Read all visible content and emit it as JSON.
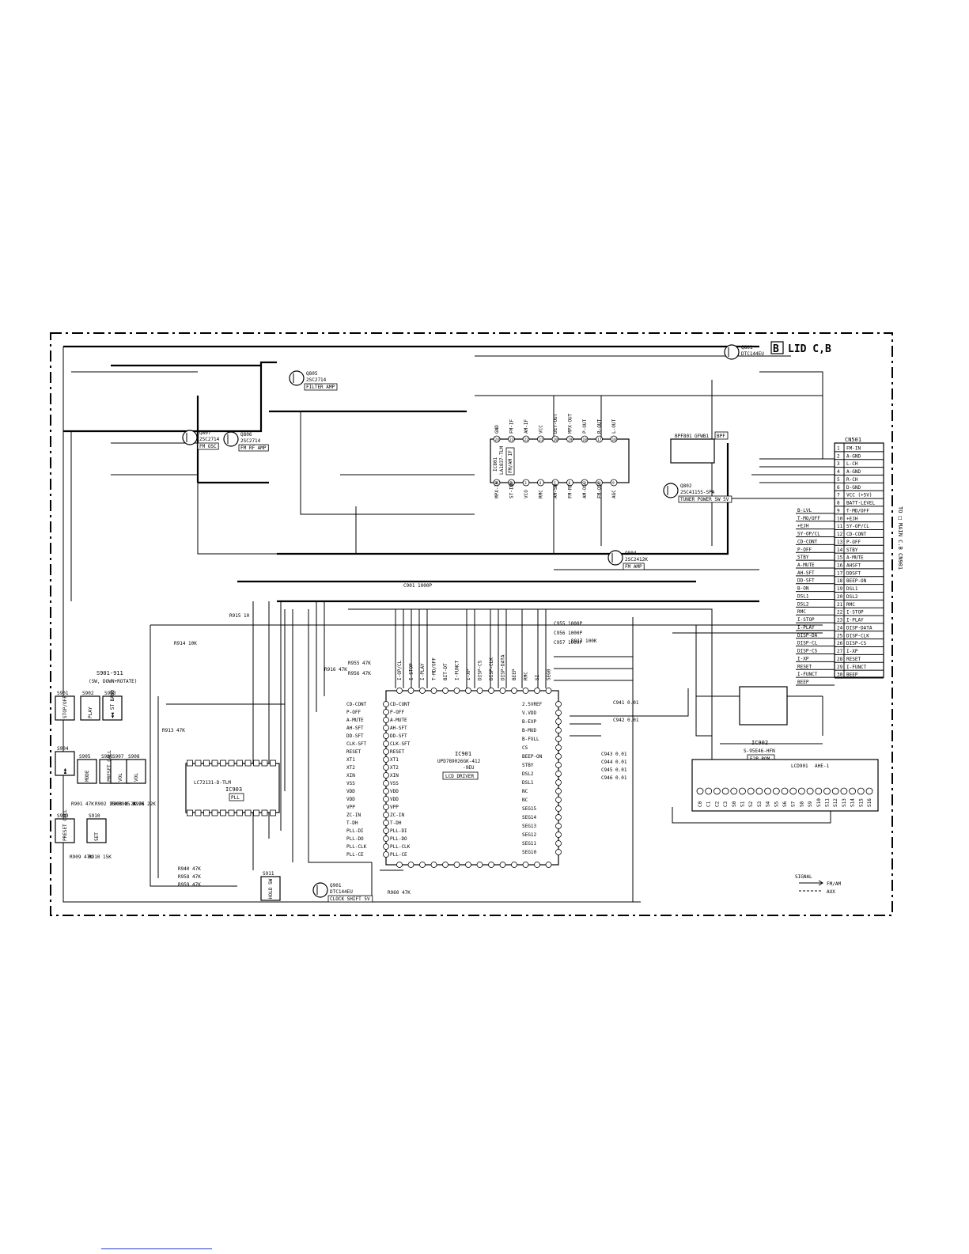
{
  "board": {
    "letter": "B",
    "title": "LID C,B"
  },
  "connector_side_label": "TO □ MAIN C.B CN901",
  "connector": {
    "name": "CN501",
    "pins": [
      {
        "n": "1",
        "s": "FM-IN"
      },
      {
        "n": "2",
        "s": "A-GND"
      },
      {
        "n": "3",
        "s": "L-CH"
      },
      {
        "n": "4",
        "s": "A-GND"
      },
      {
        "n": "5",
        "s": "R-CH"
      },
      {
        "n": "6",
        "s": "D-GND"
      },
      {
        "n": "7",
        "s": "VCC (+5V)"
      },
      {
        "n": "8",
        "s": "BATT-LEVEL"
      },
      {
        "n": "9",
        "s": "T-MD/OFF"
      },
      {
        "n": "10",
        "s": "+EJH"
      },
      {
        "n": "11",
        "s": "SY-OP/CL"
      },
      {
        "n": "12",
        "s": "CD-CONT"
      },
      {
        "n": "13",
        "s": "P-OFF"
      },
      {
        "n": "14",
        "s": "STBY"
      },
      {
        "n": "15",
        "s": "A-MUTE"
      },
      {
        "n": "16",
        "s": "AHSFT"
      },
      {
        "n": "17",
        "s": "DDSFT"
      },
      {
        "n": "18",
        "s": "BEEP-ON"
      },
      {
        "n": "19",
        "s": "DSL1"
      },
      {
        "n": "20",
        "s": "DSL2"
      },
      {
        "n": "21",
        "s": "RMC"
      },
      {
        "n": "22",
        "s": "I-STOP"
      },
      {
        "n": "23",
        "s": "I-PLAY"
      },
      {
        "n": "24",
        "s": "DISP-DATA"
      },
      {
        "n": "25",
        "s": "DISP-CLK"
      },
      {
        "n": "26",
        "s": "DISP-CS"
      },
      {
        "n": "27",
        "s": "I-XP"
      },
      {
        "n": "28",
        "s": "RESET"
      },
      {
        "n": "29",
        "s": "I-FUNCT"
      },
      {
        "n": "30",
        "s": "BEEP"
      }
    ],
    "left_signals": [
      "B-LVL",
      "T-MO/OFF",
      "+EJH",
      "SY-OP/CL",
      "CD-CONT",
      "P-OFF",
      "STBY",
      "A-MUTE",
      "AH-SFT",
      "DD-SFT",
      "B-ON",
      "DSL1",
      "DSL2",
      "RMC",
      "I-STOP",
      "I-PLAY",
      "DISP-DA",
      "DISP-CL",
      "DISP-CS",
      "I-XP",
      "RESET",
      "I-FUNCT",
      "BEEP"
    ]
  },
  "ic_main": {
    "ref": "IC901",
    "part": "UPD789026GK-412",
    "sub": "-9EU",
    "tag": "LCD DRIVER"
  },
  "ic_pll": {
    "ref": "IC903",
    "part": "LC72131-D-TLM",
    "tag": "PLL"
  },
  "ic_if": {
    "ref": "IC801",
    "part": "LA1837-TLM",
    "tag": "FM/AM IF"
  },
  "ic_eep": {
    "ref": "IC902",
    "part": "S-95E46-HFN",
    "tag": "E2P ROM"
  },
  "lcd": {
    "ref": "LCD901",
    "part": "AHE-1",
    "segments": [
      "C0",
      "C1",
      "C2",
      "C3",
      "S0",
      "S1",
      "S2",
      "S3",
      "S4",
      "S5",
      "S6",
      "S7",
      "S8",
      "S9",
      "S10",
      "S11",
      "S12",
      "S13",
      "S14",
      "S15",
      "S16"
    ]
  },
  "bpf": {
    "ref": "BPF801",
    "part": "GFWB1",
    "tag": "BPF"
  },
  "transistors": [
    {
      "ref": "Q801",
      "part": "DTC144EU",
      "tag": ""
    },
    {
      "ref": "Q802",
      "part": "2SC4115S-SPA",
      "tag": "TUNER POWER SW 5V"
    },
    {
      "ref": "Q804",
      "part": "2SC2412K",
      "tag": "FM AMP"
    },
    {
      "ref": "Q805",
      "part": "2SC2714",
      "tag": "FILTER AMP"
    },
    {
      "ref": "Q806",
      "part": "2SC2714",
      "tag": "FM RF AMP"
    },
    {
      "ref": "Q807",
      "part": "2SC2714",
      "tag": "FM OSC"
    },
    {
      "ref": "Q901",
      "part": "DTC144EU",
      "tag": "CLOCK SHIFT 5V"
    }
  ],
  "switches": [
    {
      "ref": "S901",
      "label": "STOP/OFF"
    },
    {
      "ref": "S902",
      "label": "PLAY"
    },
    {
      "ref": "S903",
      "label": "◀◀ ST BAND"
    },
    {
      "ref": "S904",
      "label": "▶▶"
    },
    {
      "ref": "S905",
      "label": "MODE"
    },
    {
      "ref": "S906",
      "label": "PRESET CALL"
    },
    {
      "ref": "S907",
      "label": "VOL"
    },
    {
      "ref": "S908",
      "label": "VOL"
    },
    {
      "ref": "S909",
      "label": "PRESET CALL"
    },
    {
      "ref": "S910",
      "label": "SET"
    },
    {
      "ref": "S911",
      "label": "HOLD SW"
    }
  ],
  "switch_block_title": "S901-911",
  "switch_block_sub": "(SW, DOWN+ROTATE)",
  "resistor_labels": [
    "R901 47K",
    "R902 15K",
    "R903 8.2K",
    "R905 4.7K",
    "R906 22K",
    "R909 47K",
    "R910 15K",
    "R913 47K",
    "R914 10K",
    "R915 10",
    "R916 47K",
    "R917 100K",
    "R940 47K",
    "R955 47K",
    "R956 47K",
    "R958 47K",
    "R959 47K",
    "R960 47K"
  ],
  "cap_labels": [
    "C901 1000P",
    "C941 0.01",
    "C942 0.01",
    "C943 0.01",
    "C944 0.01",
    "C945 0.01",
    "C946 0.01",
    "C955 1000P",
    "C956 1000P",
    "C957 1000P"
  ],
  "ic_pin_labels": {
    "ic901_left": [
      "CD-CONT",
      "P-OFF",
      "A-MUTE",
      "AH-SFT",
      "DD-SFT",
      "CLK-SFT",
      "RESET",
      "XT1",
      "XT2",
      "XIN",
      "VSS",
      "VDD",
      "VDD",
      "VPP",
      "ZC-IN",
      "T-DH",
      "PLL-DI",
      "PLL-DO",
      "PLL-CLK",
      "PLL-CE"
    ],
    "ic901_right": [
      "2.5VREF",
      "V.VDD",
      "B-EXP",
      "B-MUD",
      "B-FULL",
      "CS",
      "BEEP-ON",
      "STBY",
      "DSL2",
      "DSL1",
      "NC",
      "NC",
      "SEG15",
      "SEG14",
      "SEG13",
      "SEG12",
      "SEG11",
      "SEG10"
    ],
    "ic901_top": [
      "I-OP/CL",
      "I-STOP",
      "I-PLAY",
      "T-MD/OFF",
      "BIT-DT",
      "I-FUNCT",
      "I-XP",
      "DISP-CS",
      "DISP-CLK",
      "DISP-DATA",
      "BEEP",
      "RMC",
      "SI",
      "SEG0"
    ],
    "ic801_pins": [
      "GND",
      "FM-IF",
      "AM-IF",
      "VCC",
      "DET-OUT",
      "MPX-OUT",
      "P-OUT",
      "R-OUT",
      "L-OUT",
      "MPX-IN",
      "ST-IND",
      "VCO",
      "RMC",
      "AM-SW",
      "FM-RF",
      "AM-OSC",
      "FM-OSC",
      "AGC"
    ]
  },
  "legend": {
    "title": "SIGNAL",
    "items": [
      "FM/AM",
      "AUX"
    ]
  }
}
